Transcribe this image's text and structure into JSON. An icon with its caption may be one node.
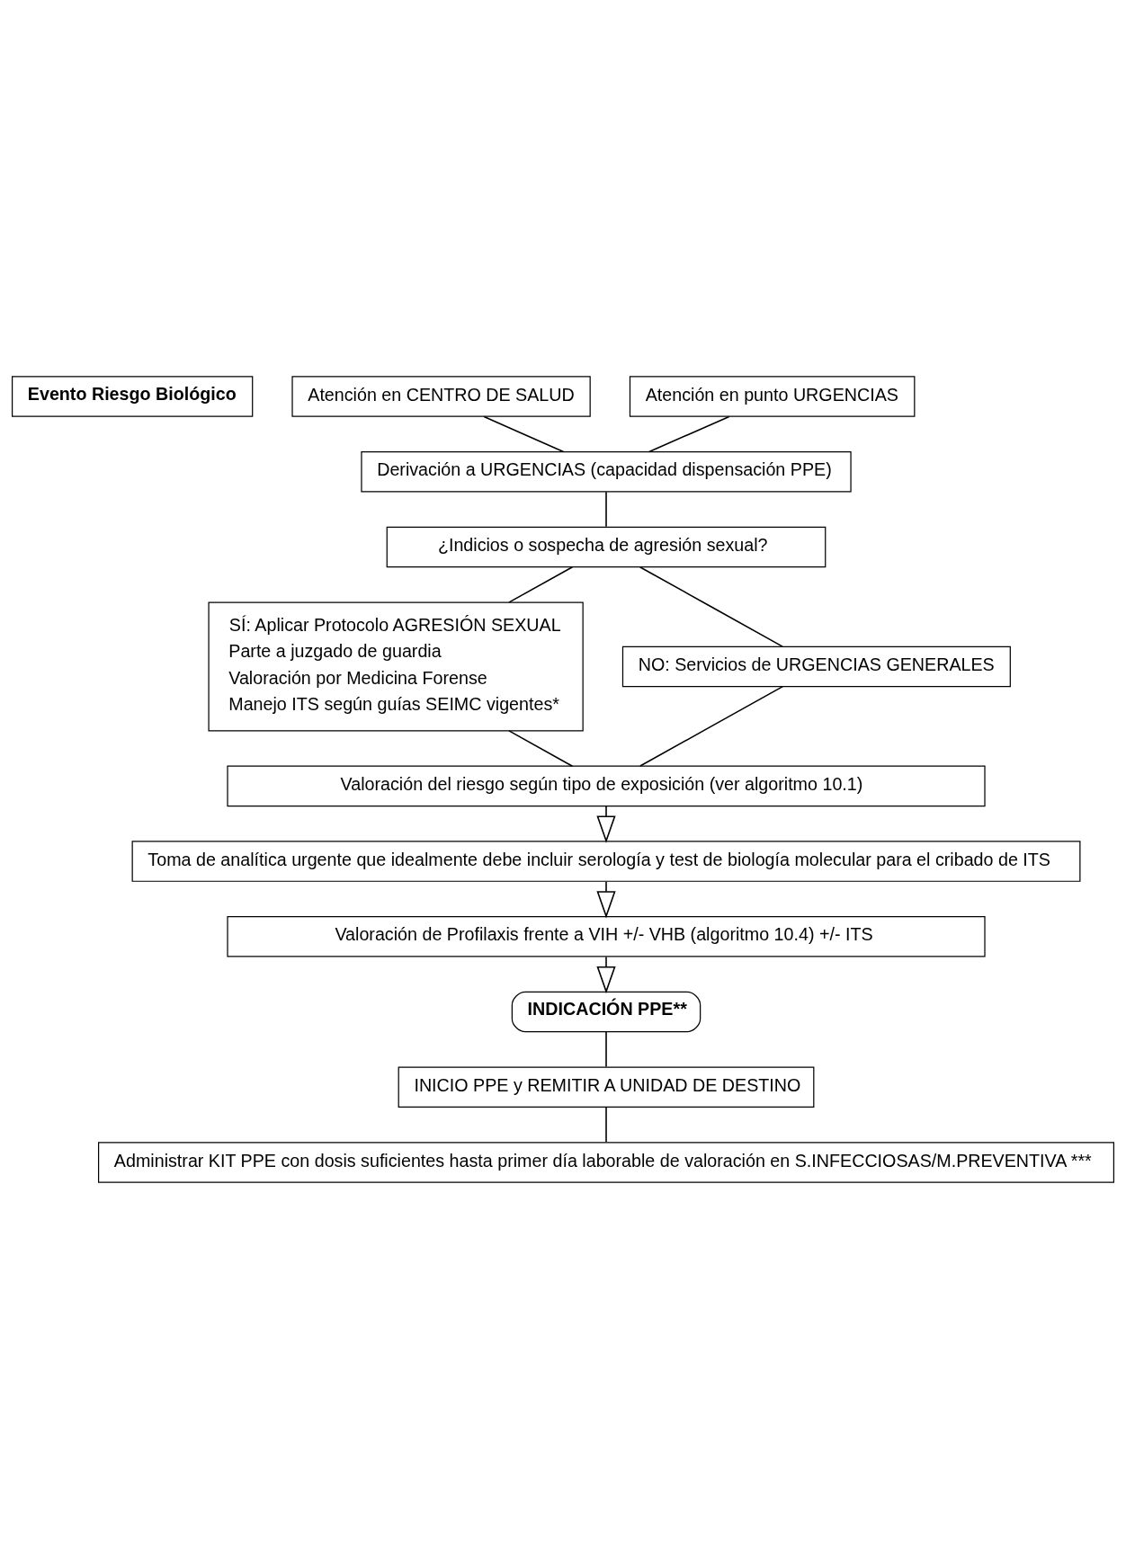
{
  "diagram": {
    "nodes": [
      {
        "text": [
          "Evento Riesgo Biológico"
        ]
      },
      {
        "text": [
          "Atención en CENTRO DE SALUD"
        ]
      },
      {
        "text": [
          "Atención en punto URGENCIAS"
        ]
      },
      {
        "text": [
          "Derivación a URGENCIAS (capacidad dispensación PPE)"
        ]
      },
      {
        "text": [
          "¿Indicios o sospecha de agresión sexual?"
        ]
      },
      {
        "text": [
          "SÍ: Aplicar Protocolo AGRESIÓN SEXUAL",
          "Parte a juzgado de guardia",
          "Valoración por Medicina Forense",
          "Manejo ITS según guías SEIMC vigentes*"
        ]
      },
      {
        "text": [
          "NO: Servicios de URGENCIAS GENERALES"
        ]
      },
      {
        "text": [
          "Valoración del riesgo según tipo de exposición (ver algoritmo 10.1)"
        ]
      },
      {
        "text": [
          "Toma de analítica urgente que idealmente debe incluir serología y test de biología molecular para el cribado de ITS"
        ]
      },
      {
        "text": [
          "Valoración de Profilaxis frente a VIH +/- VHB (algoritmo 10.4) +/- ITS"
        ]
      },
      {
        "text": [
          "INDICACIÓN PPE**"
        ]
      },
      {
        "text": [
          "INICIO PPE y REMITIR A UNIDAD DE DESTINO"
        ]
      },
      {
        "text": [
          "Administrar KIT PPE con dosis suficientes hasta primer día laborable de valoración en S.INFECCIOSAS/M.PREVENTIVA ***"
        ]
      }
    ],
    "edges": [
      {
        "from": 1,
        "to": 3,
        "arrow": "none"
      },
      {
        "from": 2,
        "to": 3,
        "arrow": "none"
      },
      {
        "from": 3,
        "to": 4,
        "arrow": "none"
      },
      {
        "from": 4,
        "to": 5,
        "arrow": "none"
      },
      {
        "from": 4,
        "to": 6,
        "arrow": "none"
      },
      {
        "from": 5,
        "to": 7,
        "arrow": "none"
      },
      {
        "from": 6,
        "to": 7,
        "arrow": "none"
      },
      {
        "from": 7,
        "to": 8,
        "arrow": "to"
      },
      {
        "from": 8,
        "to": 9,
        "arrow": "to"
      },
      {
        "from": 9,
        "to": 10,
        "arrow": "to"
      },
      {
        "from": 10,
        "to": 11,
        "arrow": "none"
      },
      {
        "from": 11,
        "to": 12,
        "arrow": "none"
      }
    ]
  }
}
